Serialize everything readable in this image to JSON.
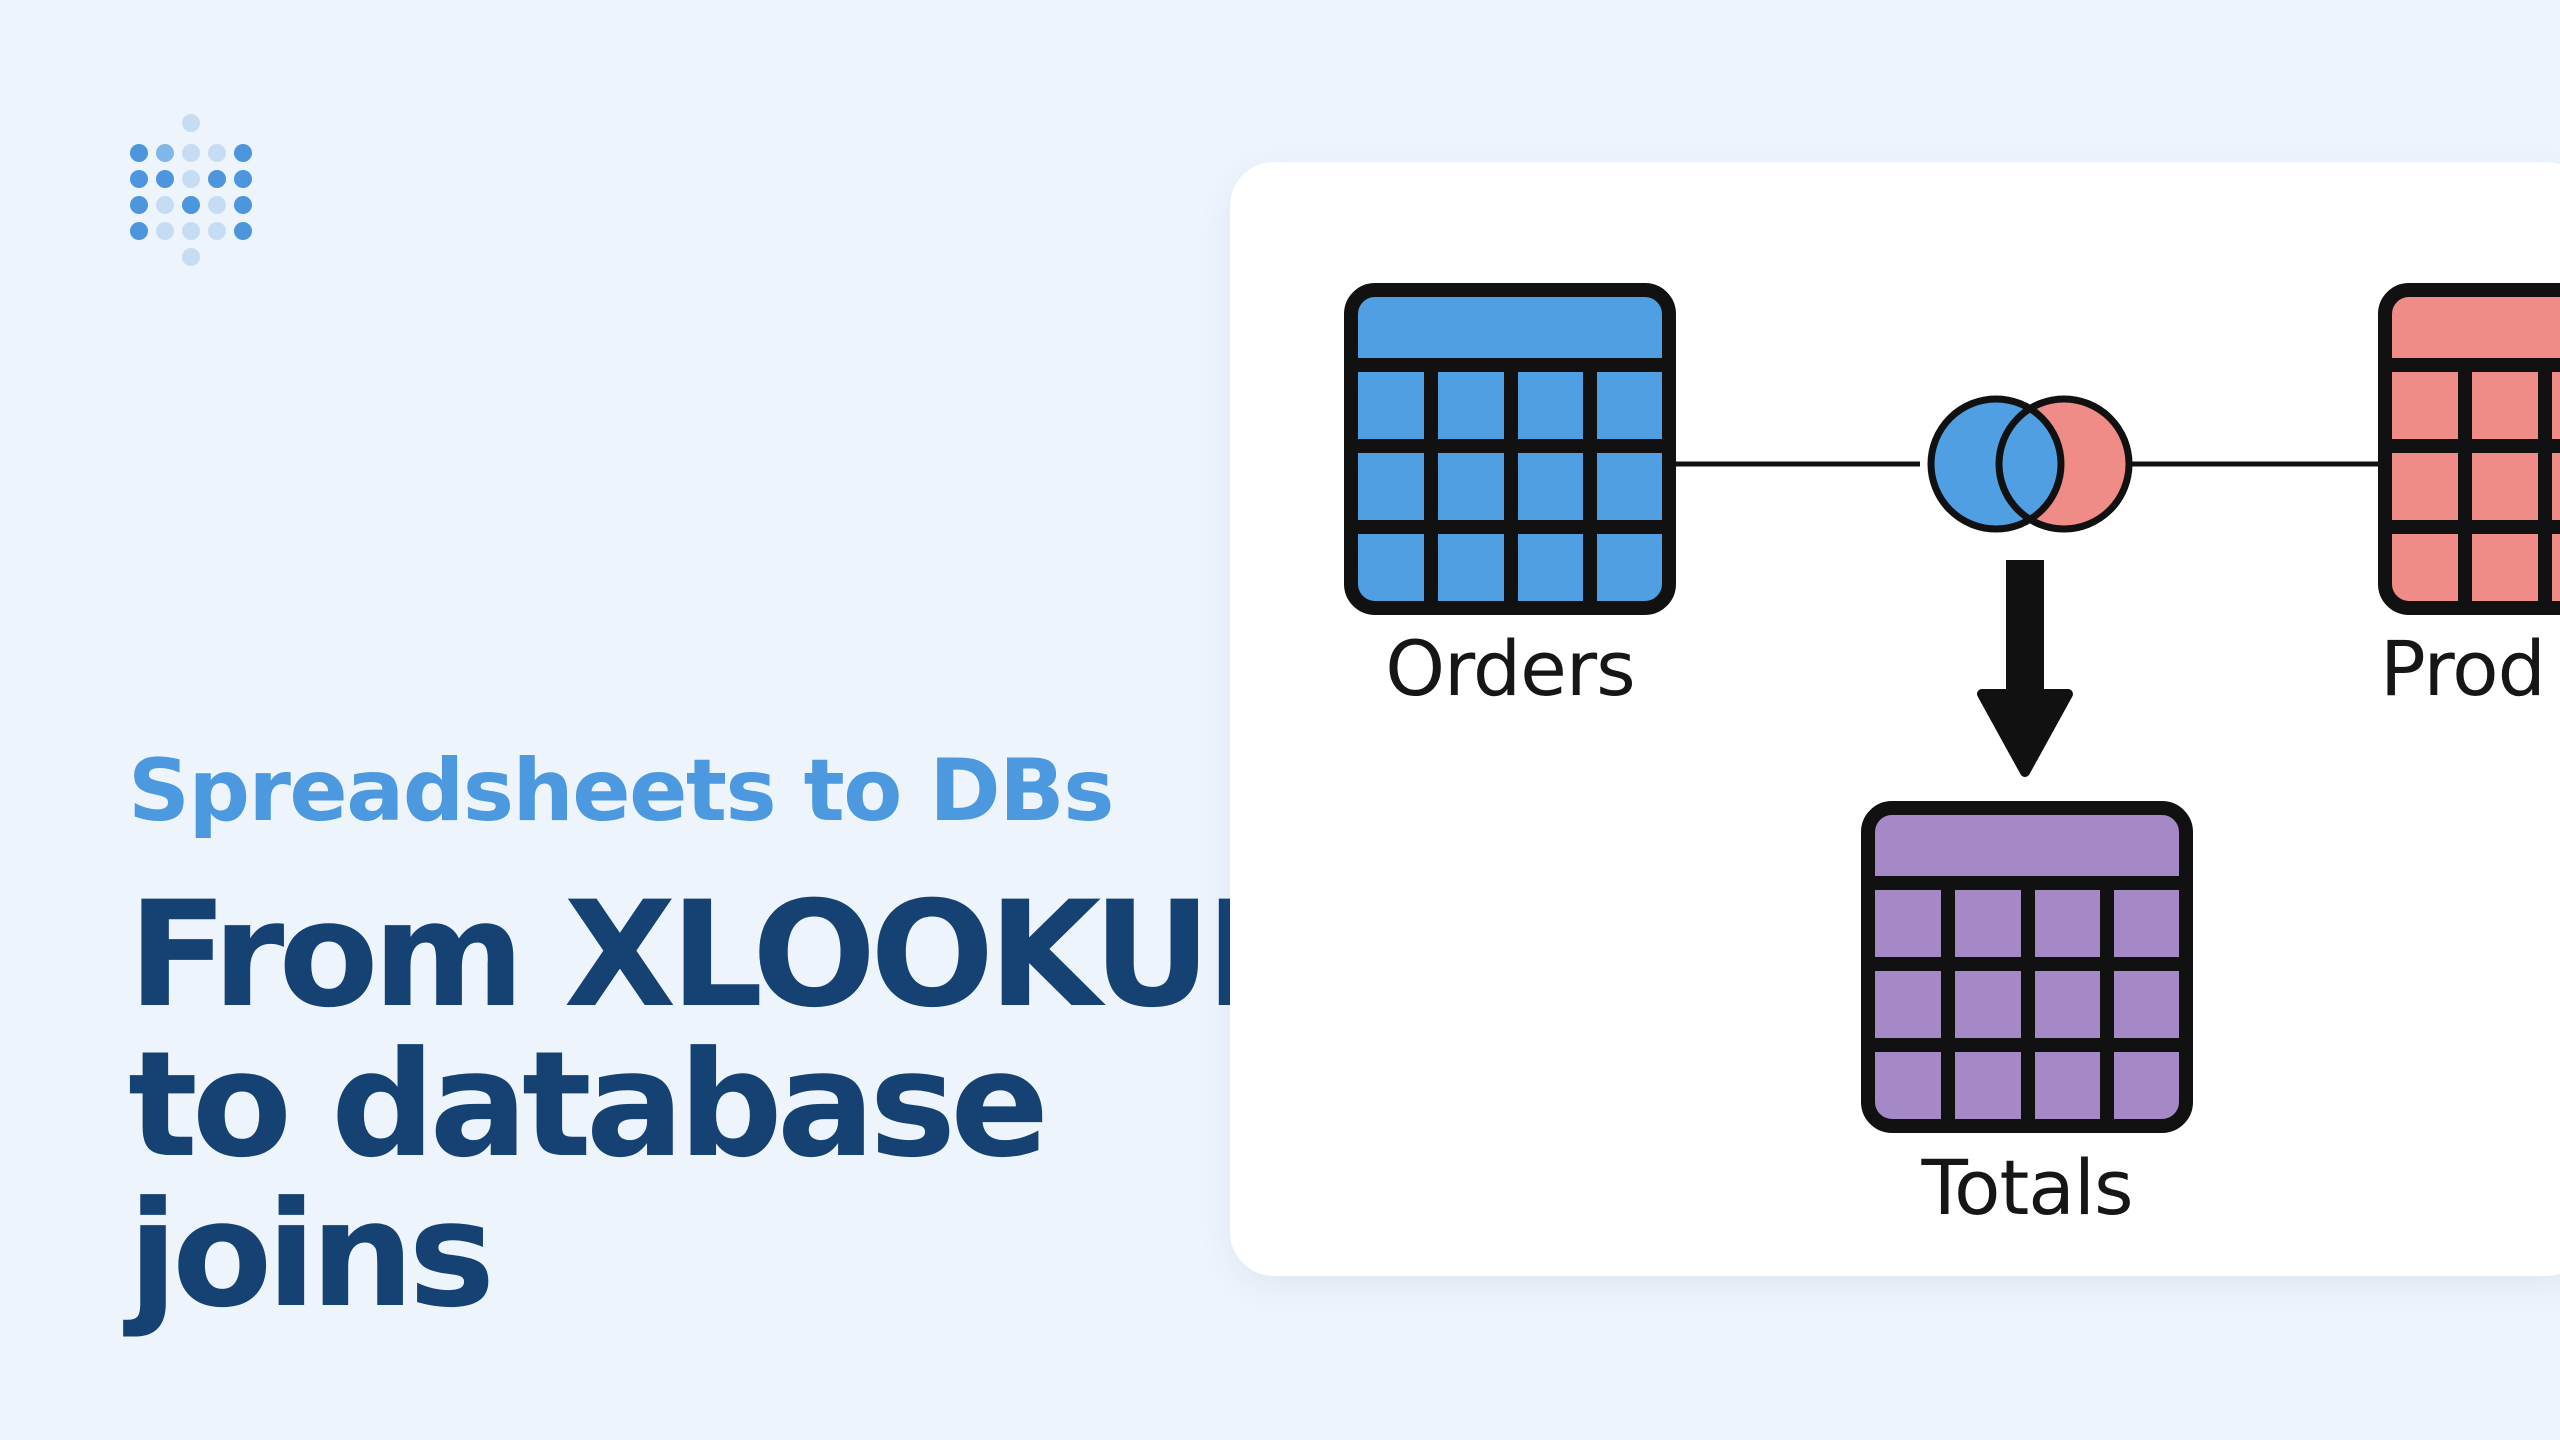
{
  "hero": {
    "eyebrow": "Spreadsheets to DBs",
    "headline_lines": [
      "From XLOOKUP",
      "to database",
      "joins"
    ]
  },
  "diagram": {
    "tables": {
      "orders": {
        "label": "Orders",
        "color": "#509fe2"
      },
      "products": {
        "label": "Prod",
        "color": "#f08c88"
      },
      "totals": {
        "label": "Totals",
        "color": "#a589c6"
      }
    },
    "join_icon": {
      "name": "venn-join-icon",
      "left_color": "#509fe2",
      "right_color": "#f08c88"
    },
    "arrow_icon": "arrow-down-icon"
  },
  "colors": {
    "background": "#edf4fc",
    "eyebrow": "#4d99e0",
    "headline": "#154273",
    "outline": "#111111"
  }
}
